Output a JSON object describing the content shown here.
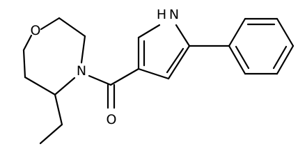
{
  "atoms": {
    "oxygen_ring": "O",
    "nitrogen_ring": "N",
    "nitrogen_pyrrole": "H N",
    "oxygen_carbonyl": "O"
  }
}
